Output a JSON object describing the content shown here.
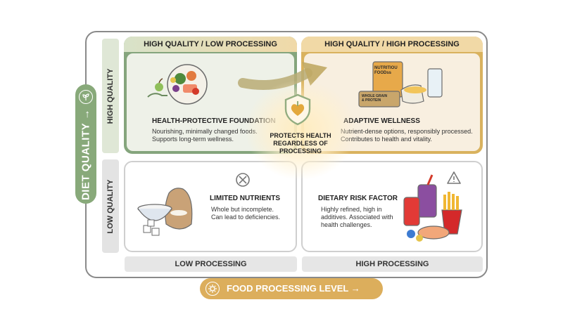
{
  "y_axis": {
    "label": "DIET QUALITY →",
    "icon": "leaf-icon",
    "color": "#88a97a"
  },
  "x_axis": {
    "label": "FOOD PROCESSING LEVEL →",
    "icon": "gear-icon",
    "color": "#dcae5c"
  },
  "rows": {
    "high": "HIGH QUALITY",
    "low": "LOW QUALITY"
  },
  "columns": {
    "low": "LOW PROCESSING",
    "high": "HIGH PROCESSING"
  },
  "quadrants": {
    "high_low": {
      "header": "HIGH QUALITY / LOW PROCESSING",
      "title": "HEALTH-PROTECTIVE FOUNDATION",
      "desc_1": "Nourishing, minimally changed foods.",
      "desc_2": "Supports long-term wellness.",
      "color": "#85a57d"
    },
    "high_high": {
      "header": "HIGH QUALITY / HIGH PROCESSING",
      "title": "ADAPTIVE WELLNESS",
      "desc_1": "Nutrient-dense options, responsibly processed.",
      "desc_2": "Contributes to health and vitality.",
      "box_label_1": "NUTRITIOU",
      "box_label_2": "FOODss",
      "bar_label_1": "WHOLE GRAIN",
      "bar_label_2": "& PROTEIN",
      "color": "#d9b25e"
    },
    "low_low": {
      "title": "LIMITED NUTRIENTS",
      "desc_1": "Whole but incomplete.",
      "desc_2": "Can lead to deficiencies."
    },
    "low_high": {
      "title": "DIETARY RISK FACTOR",
      "desc_1": "Highly refined, high in",
      "desc_2": "additives. Associated with",
      "desc_3": "health challenges."
    }
  },
  "center": {
    "line_1": "PROTECTS HEALTH",
    "line_2": "REGARDLESS OF",
    "line_3": "PROCESSING",
    "icon": "shield-heart-icon"
  }
}
